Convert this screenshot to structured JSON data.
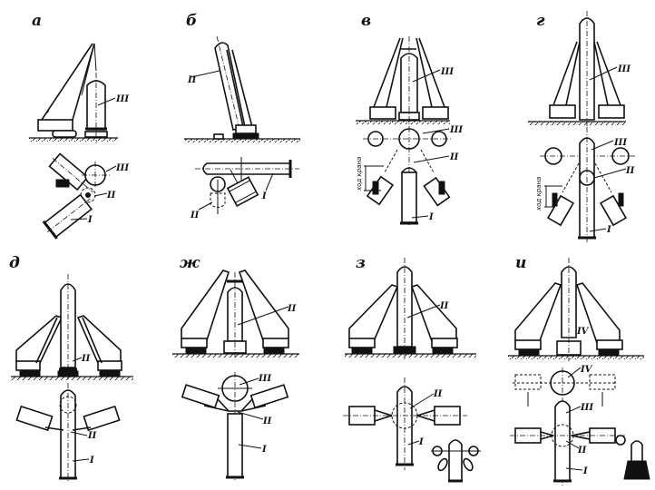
{
  "figure": {
    "panels": [
      {
        "id": "a",
        "label": "а",
        "elevation_parts": [
          "III"
        ],
        "plan_parts": [
          "III",
          "II",
          "I"
        ]
      },
      {
        "id": "b",
        "label": "б",
        "elevation_parts": [
          "II"
        ],
        "plan_parts": [
          "I",
          "II"
        ]
      },
      {
        "id": "v",
        "label": "в",
        "elevation_parts": [
          "III"
        ],
        "plan_parts": [
          "III",
          "II",
          "I"
        ],
        "annotation": "ход крана"
      },
      {
        "id": "g",
        "label": "г",
        "elevation_parts": [
          "III"
        ],
        "plan_parts": [
          "III",
          "II",
          "I"
        ],
        "annotation": "ход крана"
      },
      {
        "id": "d",
        "label": "д",
        "elevation_parts": [
          "II"
        ],
        "plan_parts": [
          "II",
          "I"
        ]
      },
      {
        "id": "zh",
        "label": "ж",
        "elevation_parts": [
          "II"
        ],
        "plan_parts": [
          "III",
          "II",
          "I"
        ]
      },
      {
        "id": "z",
        "label": "з",
        "elevation_parts": [
          "II"
        ],
        "plan_parts": [
          "II",
          "I"
        ]
      },
      {
        "id": "i",
        "label": "и",
        "elevation_parts": [
          "IV"
        ],
        "plan_parts": [
          "IV",
          "III",
          "II",
          "I"
        ]
      }
    ]
  }
}
